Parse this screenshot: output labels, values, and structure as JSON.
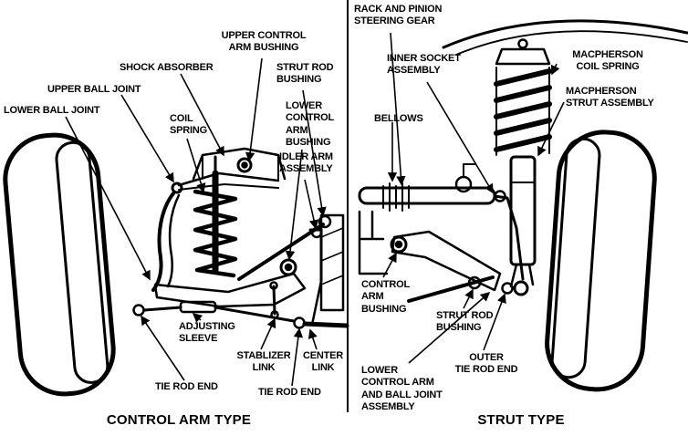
{
  "colors": {
    "ink": "#000000",
    "background": "#ffffff"
  },
  "left": {
    "title": "CONTROL ARM TYPE",
    "labels": {
      "upper_control_arm_bushing": "UPPER CONTROL\nARM BUSHING",
      "shock_absorber": "SHOCK ABSORBER",
      "upper_ball_joint": "UPPER BALL JOINT",
      "lower_ball_joint": "LOWER BALL JOINT",
      "coil_spring": "COIL\nSPRING",
      "strut_rod_bushing": "STRUT ROD\nBUSHING",
      "lower_control_arm_bushing": "LOWER\nCONTROL\nARM\nBUSHING",
      "idler_arm_assembly": "IDLER ARM\nASSEMBLY",
      "adjusting_sleeve": "ADJUSTING\nSLEEVE",
      "stablizer_link": "STABLIZER\nLINK",
      "center_link": "CENTER\nLINK",
      "tie_rod_end_left": "TIE ROD END",
      "tie_rod_end_right": "TIE ROD END"
    }
  },
  "right": {
    "title": "STRUT TYPE",
    "labels": {
      "rack_and_pinion_steering_gear": "RACK AND PINION\nSTEERING GEAR",
      "inner_socket_assembly": "INNER SOCKET\nASSEMBLY",
      "macpherson_coil_spring": "MACPHERSON\nCOIL SPRING",
      "macpherson_strut_assembly": "MACPHERSON\nSTRUT ASSEMBLY",
      "bellows": "BELLOWS",
      "control_arm_bushing": "CONTROL\nARM\nBUSHING",
      "strut_rod_bushing": "STRUT ROD\nBUSHING",
      "lower_control_arm_assembly": "LOWER\nCONTROL ARM\nAND BALL JOINT\nASSEMBLY",
      "outer_tie_rod_end": "OUTER\nTIE ROD END"
    }
  }
}
